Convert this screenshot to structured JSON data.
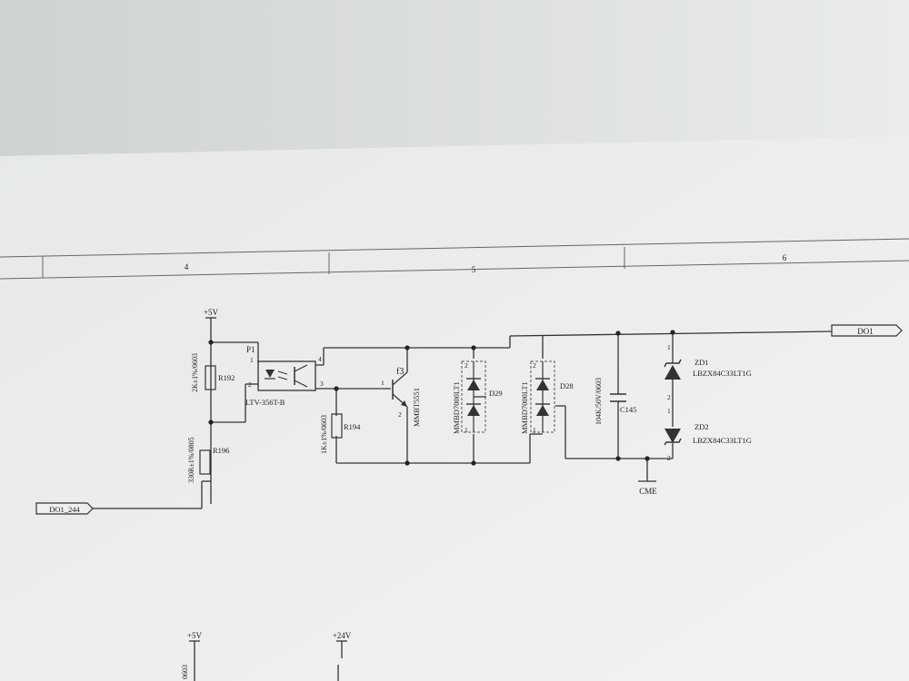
{
  "sheet": {
    "zones": [
      "4",
      "5",
      "6"
    ]
  },
  "nets": {
    "power_5v": "+5V",
    "power_5v_bottom": "+5V",
    "power_24v": "+24V",
    "output_port": "DO1",
    "input_port": "DO1_244",
    "ground_net": "CME",
    "bottom_partial": "0603"
  },
  "components": {
    "r192": {
      "ref": "R192",
      "value": "2K±1%/0603"
    },
    "r196": {
      "ref": "R196",
      "value": "330R±1%/0805"
    },
    "optocoupler": {
      "ref": "P1",
      "part": "LTV-356T-B",
      "pins": [
        "1",
        "2",
        "3",
        "4"
      ]
    },
    "r194": {
      "ref": "R194",
      "value": "1K±1%/0603"
    },
    "transistor": {
      "ref": "f3",
      "part": "MMBT5551",
      "pins": [
        "1",
        "2"
      ]
    },
    "d29": {
      "ref": "D29",
      "part": "MMBD7000LT1",
      "pins": [
        "1",
        "2"
      ]
    },
    "d28": {
      "ref": "D28",
      "part": "MMBD7000LT1",
      "pins": [
        "1",
        "2"
      ]
    },
    "c145": {
      "ref": "C145",
      "value": "104K/50V/0603"
    },
    "zd1": {
      "ref": "ZD1",
      "part": "LBZX84C33LT1G",
      "pins": [
        "1",
        "2"
      ]
    },
    "zd2": {
      "ref": "ZD2",
      "part": "LBZX84C33LT1G",
      "pins": [
        "1",
        "2"
      ]
    }
  }
}
